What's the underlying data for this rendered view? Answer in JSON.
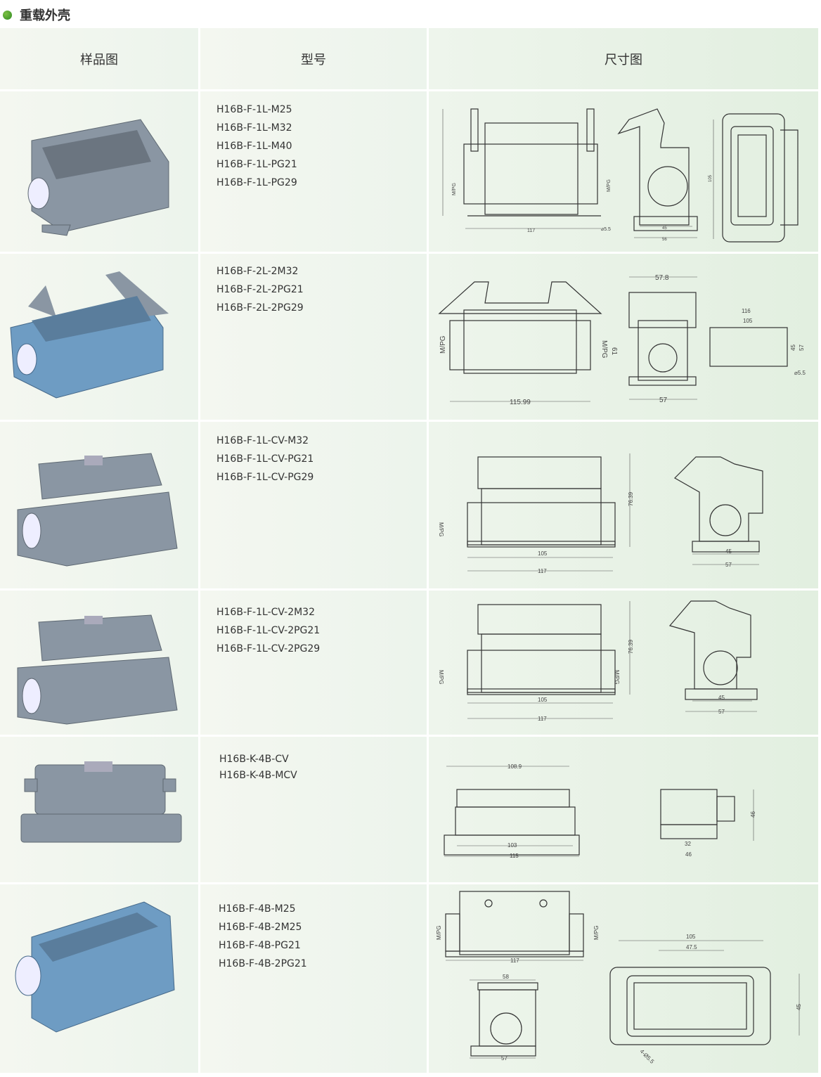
{
  "section_title": "重载外壳",
  "headers": [
    "样品图",
    "型号",
    "尺寸图"
  ],
  "rows": [
    {
      "models": [
        "H16B-F-1L-M25",
        "H16B-F-1L-M32",
        "H16B-F-1L-M40",
        "H16B-F-1L-PG21",
        "H16B-F-1L-PG29"
      ],
      "dims": [
        "M/PG",
        "M/PG",
        "117",
        "⌀5.5",
        "45",
        "56",
        "105"
      ]
    },
    {
      "models": [
        "H16B-F-2L-2M32",
        "H16B-F-2L-2PG21",
        "H16B-F-2L-2PG29"
      ],
      "dims": [
        "M/PG",
        "M/PG",
        "61",
        "115.99",
        "57.8",
        "57",
        "116",
        "105",
        "45",
        "57",
        "⌀5.5"
      ]
    },
    {
      "models": [
        "H16B-F-1L-CV-M32",
        "H16B-F-1L-CV-PG21",
        "H16B-F-1L-CV-PG29"
      ],
      "dims": [
        "M/PG",
        "76.39",
        "105",
        "117",
        "45",
        "57"
      ]
    },
    {
      "models": [
        "H16B-F-1L-CV-2M32",
        "H16B-F-1L-CV-2PG21",
        "H16B-F-1L-CV-2PG29"
      ],
      "dims": [
        "M/PG",
        "M/PG",
        "76.39",
        "105",
        "117",
        "45",
        "57"
      ]
    },
    {
      "models": [
        "H16B-K-4B-CV",
        "H16B-K-4B-MCV"
      ],
      "dims": [
        "108.9",
        "103",
        "115",
        "46",
        "32",
        "46"
      ]
    },
    {
      "models": [
        "H16B-F-4B-M25",
        "H16B-F-4B-2M25",
        "H16B-F-4B-PG21",
        "H16B-F-4B-2PG21"
      ],
      "dims": [
        "M/PG",
        "M/PG",
        "117",
        "58",
        "57",
        "105",
        "47.5",
        "45",
        "4-Ø5.5"
      ]
    }
  ]
}
